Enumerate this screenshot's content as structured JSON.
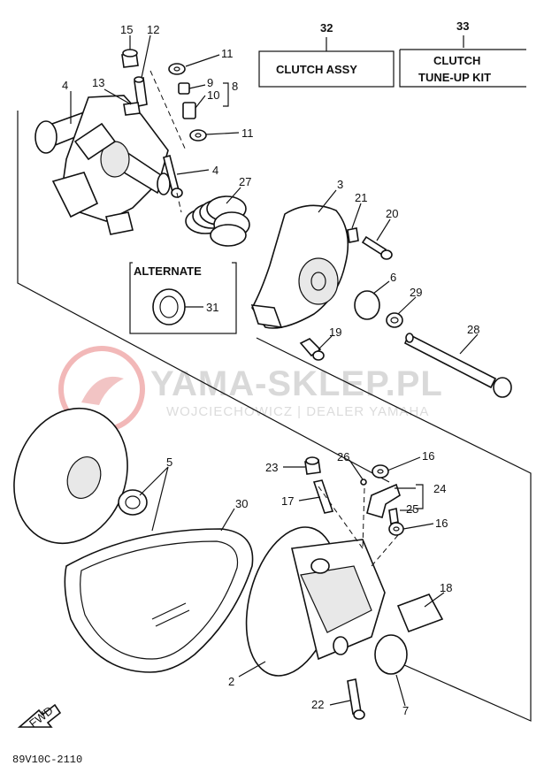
{
  "watermark": {
    "brand": "YAMA-SKLEP.PL",
    "dealer": "WOJCIECHOWICZ | DEALER YAMAHA"
  },
  "assemblies": [
    {
      "number": "32",
      "label": "CLUTCH ASSY"
    },
    {
      "number": "33",
      "label_line1": "CLUTCH",
      "label_line2": "TUNE-UP KIT"
    }
  ],
  "alternate": {
    "title": "ALTERNATE",
    "part": "31"
  },
  "callouts": [
    "15",
    "12",
    "11",
    "9",
    "8",
    "10",
    "4",
    "13",
    "11",
    "4",
    "27",
    "3",
    "21",
    "20",
    "6",
    "29",
    "19",
    "28",
    "5",
    "23",
    "26",
    "16",
    "24",
    "17",
    "25",
    "16",
    "30",
    "18",
    "2",
    "22",
    "7"
  ],
  "diagram_code": "89V10C-2110",
  "direction_marker": "FWD",
  "colors": {
    "line": "#111111",
    "watermark": "#d9d9d9",
    "watermark_logo": "#f2b8b8"
  }
}
